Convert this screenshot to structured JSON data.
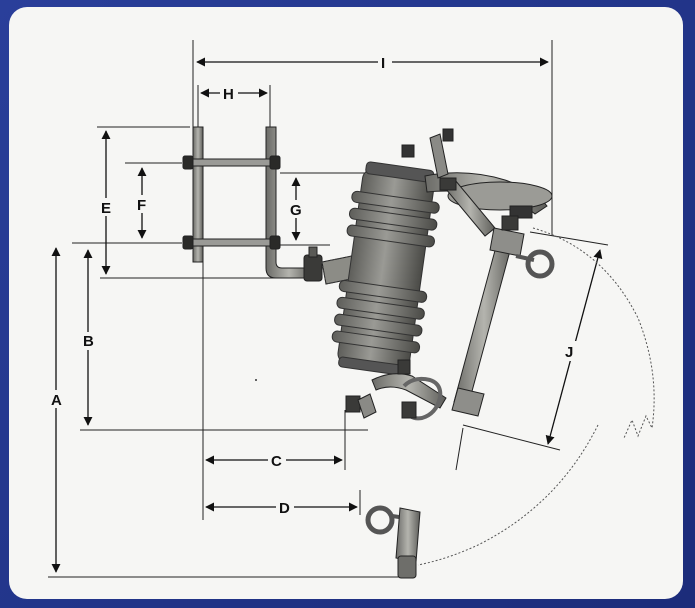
{
  "diagram": {
    "dimension_labels": {
      "A": "A",
      "B": "B",
      "C": "C",
      "D": "D",
      "E": "E",
      "F": "F",
      "G": "G",
      "H": "H",
      "I": "I",
      "J": "J"
    },
    "colors": {
      "background": "#22358a",
      "panel": "#f6f6f4",
      "metal": "#8a8a86",
      "porcelain": "#7a7a76",
      "line": "#111111"
    }
  }
}
